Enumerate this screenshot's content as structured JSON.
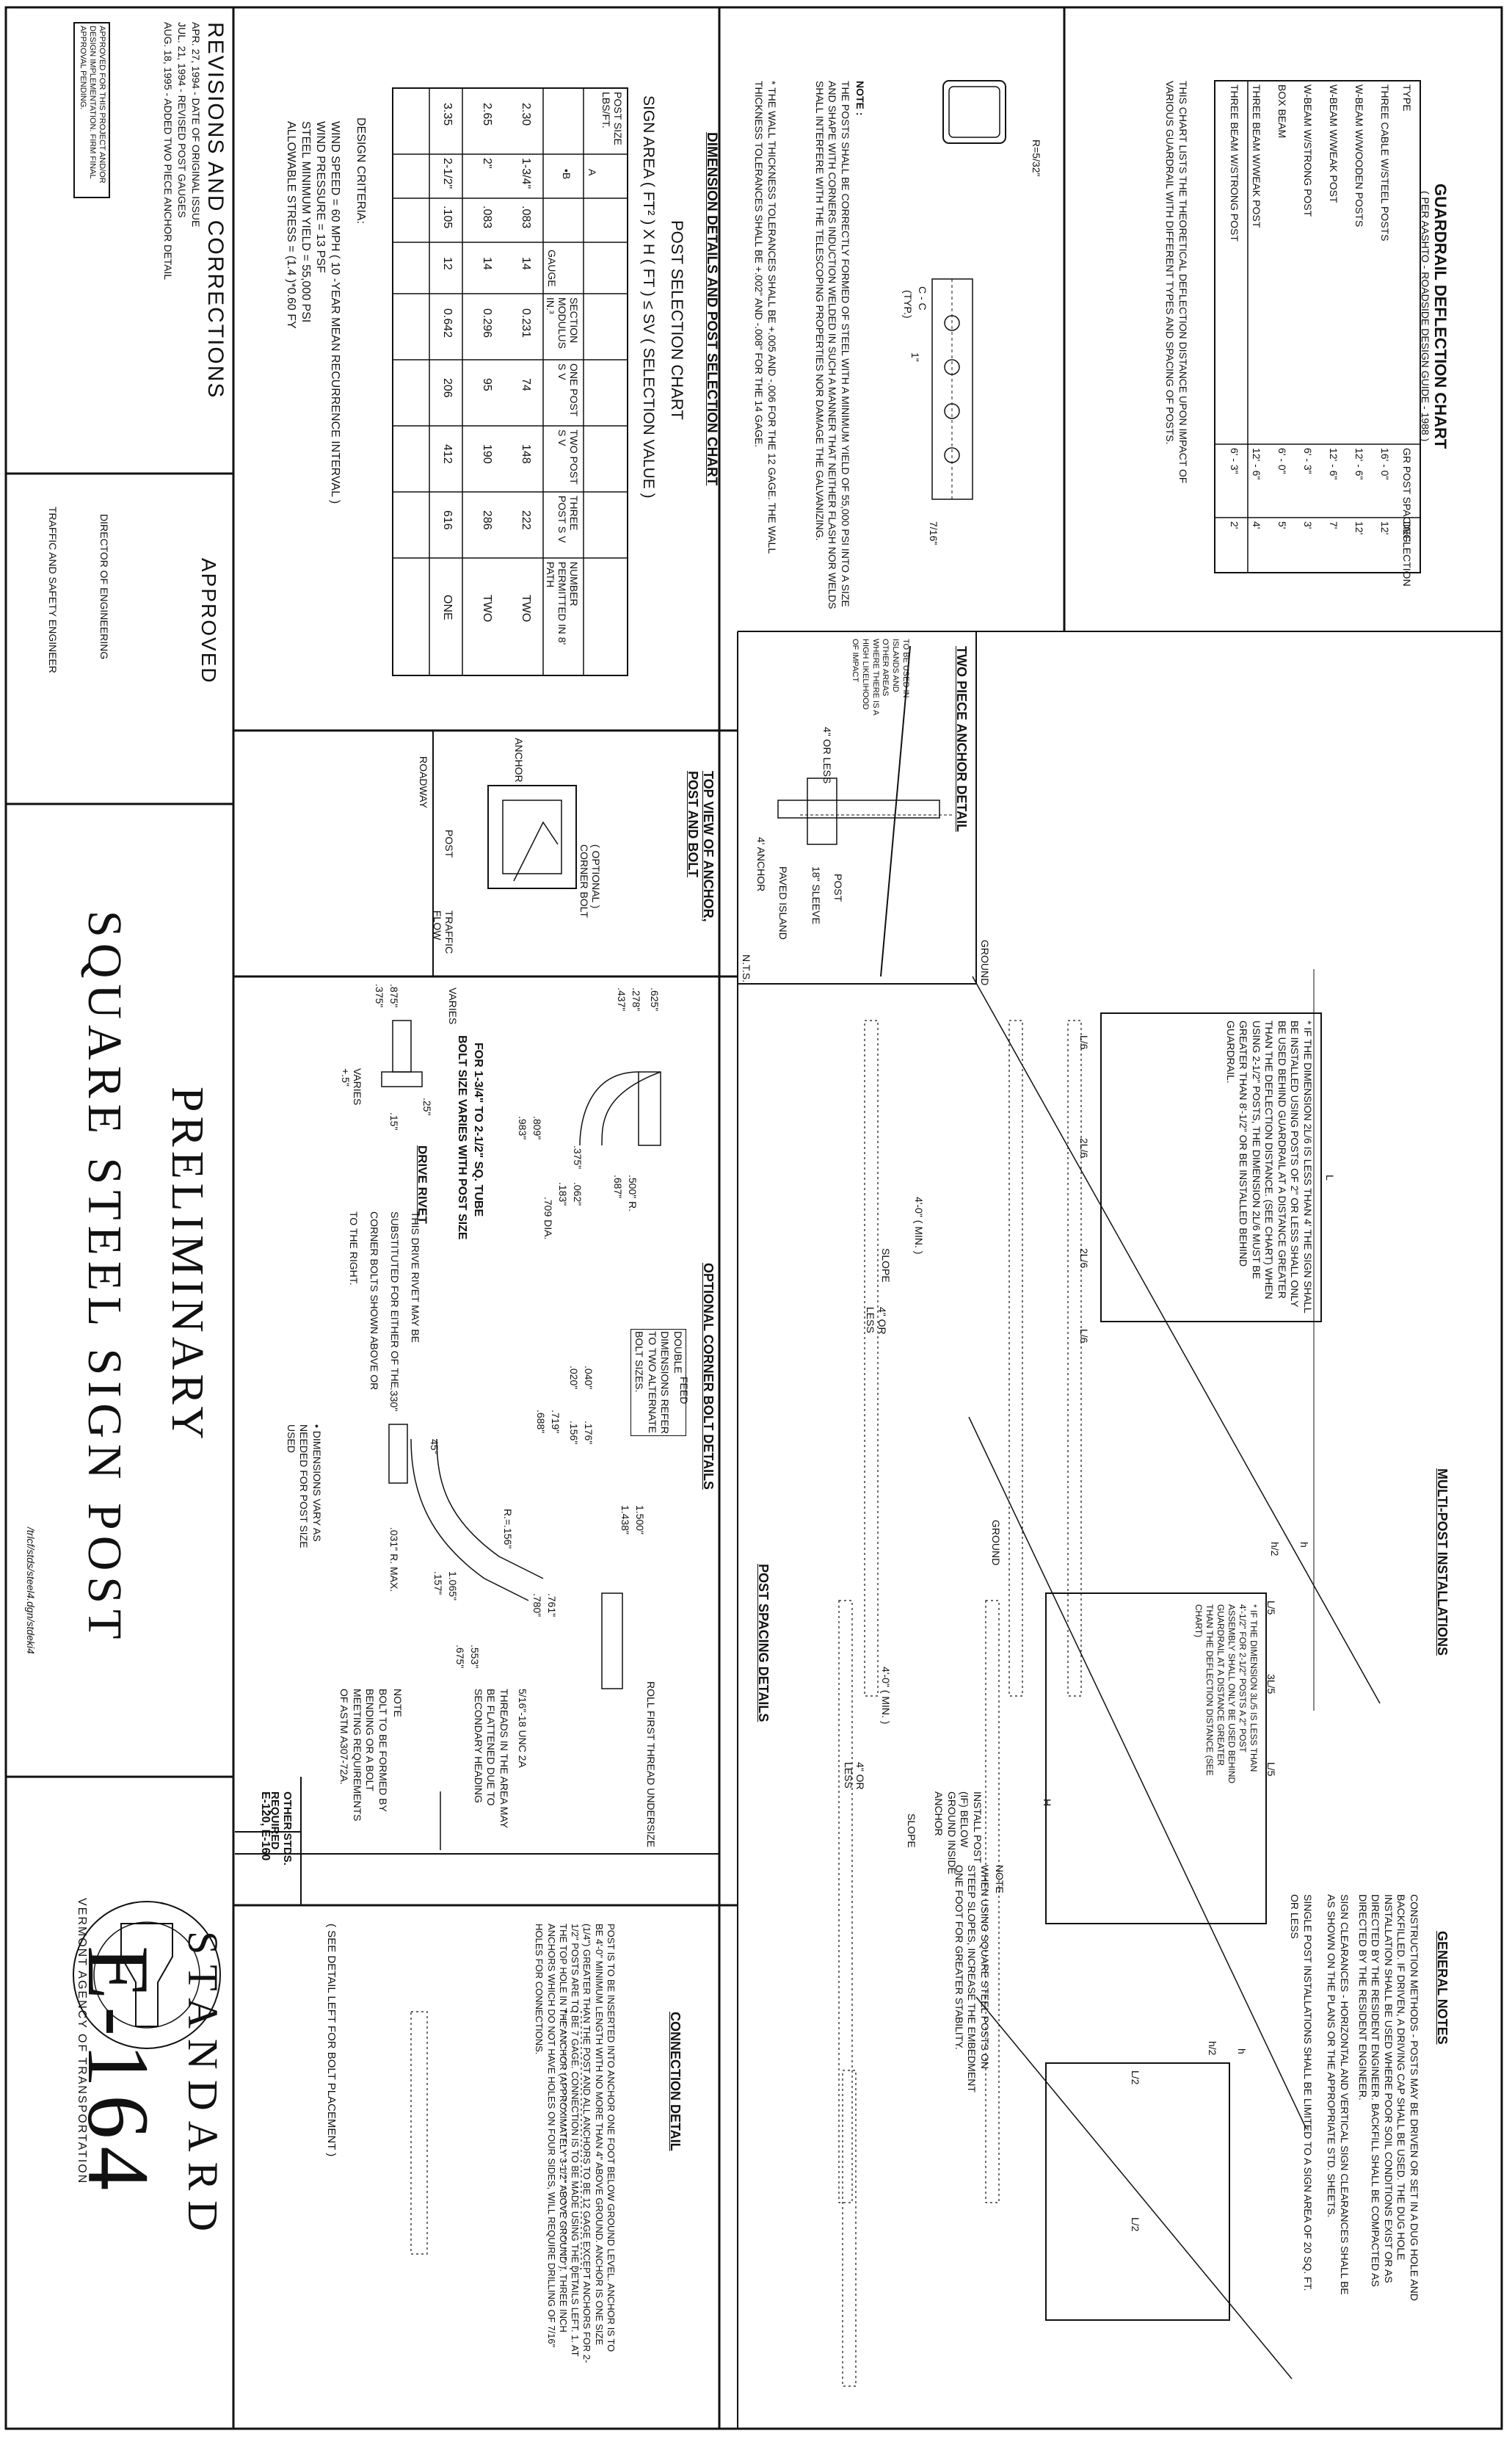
{
  "standard": {
    "label": "STANDARD",
    "number": "E-164",
    "agency": "VERMONT AGENCY OF TRANSPORTATION",
    "other_stds_label": "OTHER STDS. REQUIRED",
    "other_stds_value": "E-120, E-160"
  },
  "title": {
    "status": "PRELIMINARY",
    "name": "SQUARE STEEL SIGN POST",
    "file_path": "/trlcf/stds/steel4.dgn/stdeki4"
  },
  "approved": {
    "label": "APPROVED",
    "signatory1": "DIRECTOR OF ENGINEERING",
    "signatory2": "TRAFFIC AND SAFETY ENGINEER"
  },
  "revisions": {
    "heading": "REVISIONS AND CORRECTIONS",
    "entries": [
      "APR. 27, 1994 - DATE OF ORIGINAL ISSUE",
      "JUL. 21, 1994 - REVISED POST GAUGES",
      "AUG. 18, 1995 - ADDED TWO PIECE ANCHOR DETAIL"
    ],
    "stamp": "APPROVED FOR THIS PROJECT AND/OR DESIGN IMPLEMENTATION. FIRM FINAL APPROVAL PENDING."
  },
  "guardrail_chart": {
    "heading": "GUARDRAIL DEFLECTION CHART",
    "subheading": "( PER AASHTO - ROADSIDE DESIGN GUIDE - 1988 )",
    "columns": [
      "TYPE",
      "GR POST SPACING",
      "DEFLECTION"
    ],
    "rows": [
      [
        "THREE CABLE W/STEEL POSTS",
        "16' - 0\"",
        "12'"
      ],
      [
        "W-BEAM    W/WOODEN POSTS",
        "12' - 6\"",
        "12'"
      ],
      [
        "W-BEAM    W/WEAK POST",
        "12' - 6\"",
        "7'"
      ],
      [
        "W-BEAM    W/STRONG POST",
        "6' - 3\"",
        "3'"
      ],
      [
        "BOX BEAM",
        "6' - 0\"",
        "5'"
      ],
      [
        "THREE BEAM  W/WEAK POST",
        "12' - 6\"",
        "4'"
      ],
      [
        "THREE BEAM  W/STRONG POST",
        "6' - 3\"",
        "2'"
      ]
    ],
    "note": "THIS CHART LISTS THE THEORETICAL DEFLECTION DISTANCE UPON IMPACT OF VARIOUS GUARDRAIL WITH DIFFERENT TYPES AND SPACING OF POSTS."
  },
  "dimension_details": {
    "heading": "DIMENSION DETAILS AND POST SELECTION CHART",
    "radius_label": "R=5/32\"",
    "section_label": "C - C",
    "typ_label": "(TYP.)",
    "hole_spacing": "1\"",
    "end_label": "7/16\"",
    "note_label": "NOTE :",
    "note_text": "THE POSTS SHALL BE CORRECTLY FORMED OF STEEL WITH A MINIMUM YIELD OF 55,000 PSI INTO A SIZE AND SHAPE WITH CORNERS INDUCTION WELDED IN SUCH A MANNER THAT NEITHER FLASH NOR WELDS SHALL INTERFERE WITH THE TELESCOPING PROPERTIES NOR DAMAGE THE GALVANIZING.",
    "tolerance_text": "* THE WALL THICKNESS TOLERANCES SHALL BE +.005 AND -.006 FOR THE 12 GAGE. THE WALL THICKNESS TOLERANCES SHALL BE +.002\" AND -.008\" FOR THE 14 GAGE."
  },
  "post_selection_chart": {
    "heading": "POST SELECTION CHART",
    "formula": "SIGN AREA ( FT² ) X H ( FT ) ≤ SV ( SELECTION VALUE )",
    "columns": [
      "POST SIZE LBS/FT.",
      "A",
      "•B",
      "GAUGE",
      "SECTION MODULUS IN.³",
      "ONE POST S V",
      "TWO POST S V",
      "THREE POST S V",
      "NUMBER PERMITTED IN 8' PATH"
    ],
    "rows": [
      [
        "2.30",
        "1-3/4\"",
        ".083",
        "14",
        "0.231",
        "74",
        "148",
        "222",
        "TWO"
      ],
      [
        "2.65",
        "2\"",
        ".083",
        "14",
        "0.296",
        "95",
        "190",
        "286",
        "TWO"
      ],
      [
        "3.35",
        "2-1/2\"",
        ".105",
        "12",
        "0.642",
        "206",
        "412",
        "616",
        "ONE"
      ]
    ],
    "criteria_label": "DESIGN CRITERIA:",
    "criteria": [
      "WIND SPEED = 60 MPH ( 10 -YEAR MEAN RECURRENCE INTERVAL )",
      "WIND PRESSURE = 13 PSF",
      "STEEL MINIMUM YIELD = 55,000 PSI",
      "ALLOWABLE STRESS = (1.4 )*0.60 FY"
    ]
  },
  "top_view": {
    "heading": "TOP VIEW OF ANCHOR, POST AND BOLT",
    "roadway": "ROADWAY",
    "anchor": "ANCHOR",
    "post": "POST",
    "bolt": "( OPTIONAL ) CORNER BOLT",
    "traffic": "TRAFFIC FLOW"
  },
  "two_piece_anchor": {
    "heading": "TWO PIECE ANCHOR DETAIL",
    "note": "TO BE USED IN ISLANDS AND OTHER AREAS WHERE THERE IS A HIGH LIKELIHOOD OF IMPACT",
    "four_or_less": "4\" OR LESS",
    "post": "POST",
    "sleeve": "18\" SLEEVE",
    "paved": "PAVED ISLAND",
    "anchor": "4' ANCHOR",
    "nts": "N.T.S."
  },
  "multi_post": {
    "heading": "MULTI-POST INSTALLATIONS",
    "note": "* IF THE DIMENSION 2L/6 IS LESS THAN 4' THE SIGN SHALL BE INSTALLED USING POSTS OF 2\" OR LESS SHALL ONLY BE USED BEHIND GUARDRAIL AT A DISTANCE GREATER THAN THE DEFLECTION DISTANCE. (SEE CHART) WHEN USING 2-1/2\" POSTS, THE DIMENSION 2L/6 MUST BE GREATER THAN 8'-1/2\" OR BE INSTALLED BEHIND GUARDRAIL.",
    "dims": [
      "L/6",
      "2L/6",
      "2L/6",
      "L/6"
    ],
    "four_zero_min": "4'-0\" ( MIN. )",
    "four_or_less": "4\" OR LESS",
    "slope": "SLOPE",
    "ground": "GROUND",
    "length": "L"
  },
  "post_spacing": {
    "heading": "POST SPACING DETAILS",
    "note": "* IF THE DIMENSION 3L/5 IS LESS THAN 4'-1/2\" FOR 2-1/2\" POSTS A 2\" POST ASSEMBLY SHALL ONLY BE USED BEHIND GUARDRAIL AT A DISTANCE GREATER THAN THE DEFLECTION DISTANCE (SEE CHART)",
    "dims": [
      "L/5",
      "3L/5",
      "L/5"
    ],
    "h_labels": [
      "h",
      "h/2",
      "H"
    ],
    "install_post": "INSTALL POST (IF) BELOW GROUND INSIDE ANCHOR",
    "four_zero_min": "4'-0\" ( MIN. )",
    "four_or_less": "4\" OR LESS",
    "slope": "SLOPE",
    "ground": "GROUND"
  },
  "general_notes": {
    "heading": "GENERAL NOTES",
    "text1": "CONSTRUCTION METHODS - POSTS MAY BE DRIVEN OR SET IN A DUG HOLE AND BACKFILLED. IF DRIVEN, A DRIVING CAP SHALL BE USED. THE DUG HOLE INSTALLATION SHALL BE USED WHERE POOR SOIL CONDITIONS EXIST OR AS DIRECTED BY THE RESIDENT ENGINEER. BACKFILL SHALL BE COMPACTED AS DIRECTED BY THE RESIDENT ENGINEER.",
    "text2": "SIGN CLEARANCES - HORIZONTAL AND VERTICAL SIGN CLEARANCES SHALL BE AS SHOWN ON THE PLANS OR THE APPROPRIATE STD. SHEETS.",
    "text3": "SINGLE POST INSTALLATIONS SHALL BE LIMITED TO A SIGN AREA OF 20 SQ. FT. OR LESS",
    "single_note": "NOTE",
    "single_note_text": "WHEN USING SQUARE STEEL POSTS ON STEEP SLOPES, INCREASE THE EMBEDMENT ONE FOOT FOR GREATER STABILITY.",
    "dims": [
      "L/2",
      "L/2",
      "h",
      "h/2"
    ]
  },
  "corner_bolt": {
    "heading": "OPTIONAL CORNER BOLT DETAILS",
    "dims_a": [
      ".625\"",
      ".278\"",
      ".437\"",
      ".500\" R.",
      ".687\"",
      ".809\"",
      ".983\"",
      ".375\"",
      ".709 DIA.",
      ".062\"",
      ".183\""
    ],
    "sq_tube": "FOR 1-3/4\" TO 2-1/2\" SQ. TUBE",
    "bolt_size": "BOLT SIZE VARIES WITH POST SIZE",
    "double_dims": "DOUBLE DIMENSIONS REFER TO TWO ALTERNATE BOLT SIZES.",
    "roll_thread": "ROLL FIRST THREAD UNDERSIZE",
    "thread_spec": "5/16\"-18 UNC 2A",
    "threads_note": "THREADS IN THE AREA MAY BE FLATTENED DUE TO SECONDARY HEADING",
    "note_label": "NOTE",
    "note": "BOLT TO BE FORMED BY BENDING OR A BOLT MEETING REQUIREMENTS OF ASTM A307-72A.",
    "dims_vary": "• DIMENSIONS VARY AS NEEDED FOR POST SIZE USED",
    "feed": "FEED",
    "dims_b": [
      ".040\"",
      ".020\"",
      ".176\"",
      ".156\"",
      ".719\"",
      ".688\"",
      "1.500\"",
      "1.438\"",
      "R.=.156\"",
      "1.065\"",
      ".157\"",
      ".761\"",
      ".780\"",
      ".553\"",
      ".675\"",
      ".330\"",
      ".031\" R. MAX.",
      "45°"
    ]
  },
  "drive_rivet": {
    "heading": "DRIVE RIVET",
    "dims": [
      ".875\"",
      ".375\"",
      ".25\"",
      ".15\"",
      "VARIES",
      "VARIES +.5\""
    ],
    "note": "THIS DRIVE RIVET MAY BE SUBSTITUTED FOR EITHER OF THE CORNER BOLTS SHOWN ABOVE OR TO THE RIGHT."
  },
  "connection": {
    "heading": "CONNECTION DETAIL",
    "text": "POST IS TO BE INSERTED INTO ANCHOR ONE FOOT BELOW GROUND LEVEL. ANCHOR IS TO BE 4'-0\" MINIMUM LENGTH WITH NO MORE THAN 4\" ABOVE GROUND. ANCHOR IS ONE SIZE (1/4\") GREATER THAN THE POST AND ALL ANCHORS TO BE 12 GAGE EXCEPT ANCHORS FOR 2-1/2\" POSTS ARE TO BE 7 GAGE. CONNECTION IS TO BE MADE USING THE DETAILS LEFT. 1. AT THE TOP HOLE IN THE ANCHOR (APPROXIMATELY 3-1/2\" ABOVE GROUND ). THREE INCH ANCHORS WHICH DO NOT HAVE HOLES ON FOUR SIDES, WILL REQUIRE DRILLING OF 7/16\" HOLES FOR CONNECTIONS.",
    "see_detail": "( SEE DETAIL LEFT FOR BOLT PLACEMENT )"
  }
}
